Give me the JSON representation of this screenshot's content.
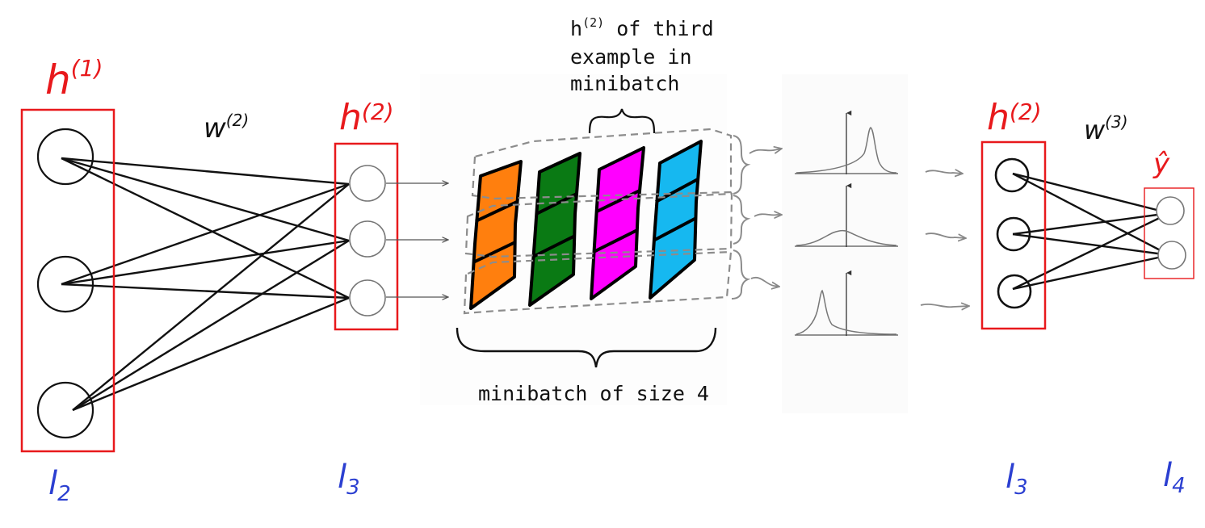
{
  "labels": {
    "h1": "h",
    "h1_sup": "(1)",
    "w2": "w",
    "w2_sup": "(2)",
    "h2_left": "h",
    "h2_left_sup": "(2)",
    "h2_right": "h",
    "h2_right_sup": "(2)",
    "w3": "w",
    "w3_sup": "(3)",
    "yhat": "ŷ",
    "l2": "l",
    "l2_sub": "2",
    "l3_left": "l",
    "l3_left_sub": "3",
    "l3_right": "l",
    "l3_right_sub": "3",
    "l4": "l",
    "l4_sub": "4"
  },
  "annotation": {
    "line1_pre": "h",
    "line1_sup": "(2)",
    "line1_post": " of third",
    "line2": "example in",
    "line3": "minibatch"
  },
  "minibatch_label": "minibatch of size 4",
  "colors": {
    "layer_box": "#e8191c",
    "label_red": "#e8191c",
    "label_blue": "#2b3fd1",
    "columns": [
      "#ff7f0e",
      "#0a7a14",
      "#ff00ff",
      "#16b8f0"
    ]
  }
}
